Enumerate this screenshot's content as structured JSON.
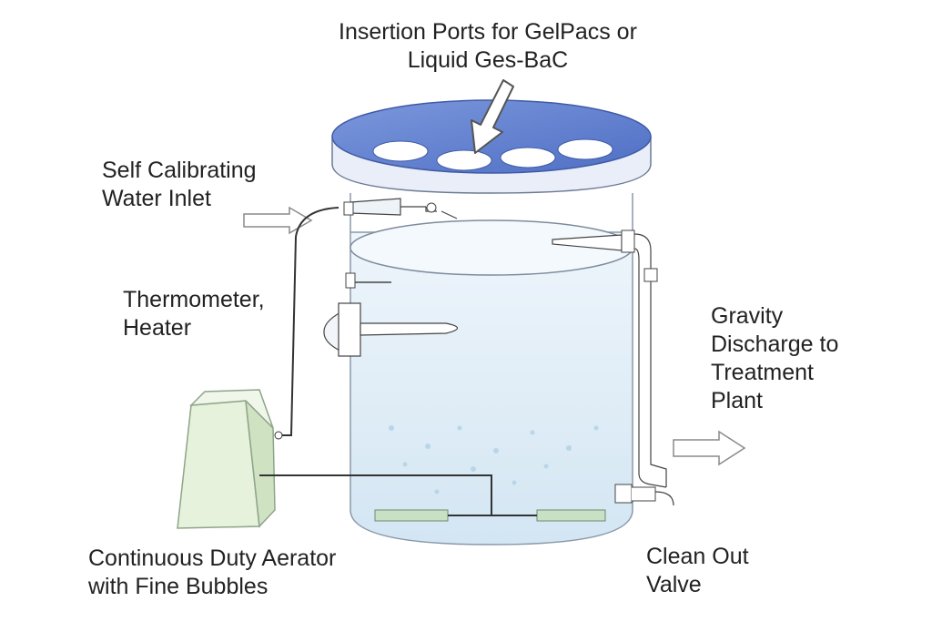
{
  "labels": {
    "insertion_ports": [
      "Insertion Ports for GelPacs or",
      "Liquid Ges-BaC"
    ],
    "water_inlet": [
      "Self Calibrating",
      "Water Inlet"
    ],
    "thermometer": [
      "Thermometer,",
      "Heater"
    ],
    "gravity_discharge": [
      "Gravity",
      "Discharge to",
      "Treatment",
      "Plant"
    ],
    "aerator": [
      "Continuous Duty Aerator",
      "with Fine Bubbles"
    ],
    "clean_out": [
      "Clean Out",
      "Valve"
    ]
  },
  "colors": {
    "lid_top": "#5b7dd1",
    "lid_edge": "#e9eef8",
    "tank_water": "#dcebf6",
    "tank_outline": "#8a98a8",
    "aerator_box": "#e6f2dc",
    "diffuser": "#c8e0c4",
    "pipe": "#ffffff",
    "wire": "#333333",
    "arrow_outline": "#8a8a8a"
  },
  "icons": [
    "down-arrow-icon",
    "right-arrow-icon",
    "discharge-arrow-icon"
  ]
}
